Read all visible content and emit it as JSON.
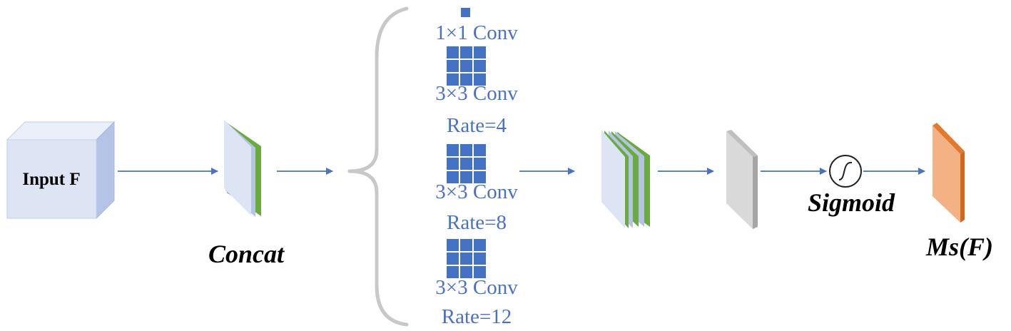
{
  "diagram": {
    "input_label": "Input F",
    "concat_label": "Concat",
    "branches": [
      {
        "conv": "1×1 Conv",
        "rate": ""
      },
      {
        "conv": "3×3 Conv",
        "rate": "Rate=4"
      },
      {
        "conv": "3×3 Conv",
        "rate": "Rate=8"
      },
      {
        "conv": "3×3 Conv",
        "rate": "Rate=12"
      }
    ],
    "sigmoid_label": "Sigmoid",
    "output_label": "Ms(F)"
  },
  "colors": {
    "arrow": "#4a72c4",
    "text_blue": "#4a72c4",
    "kernel": "#4472c4",
    "cube_front": "#dde4f4",
    "cube_side": "#b4c3e6",
    "cube_top": "#eaeff9",
    "map_blue": "#c5d3ee",
    "map_green": "#6aab3e",
    "map_gray": "#d9d9d9",
    "output_face": "#f4b183",
    "output_edge": "#e2792e",
    "bracket": "#c8c8c8"
  }
}
